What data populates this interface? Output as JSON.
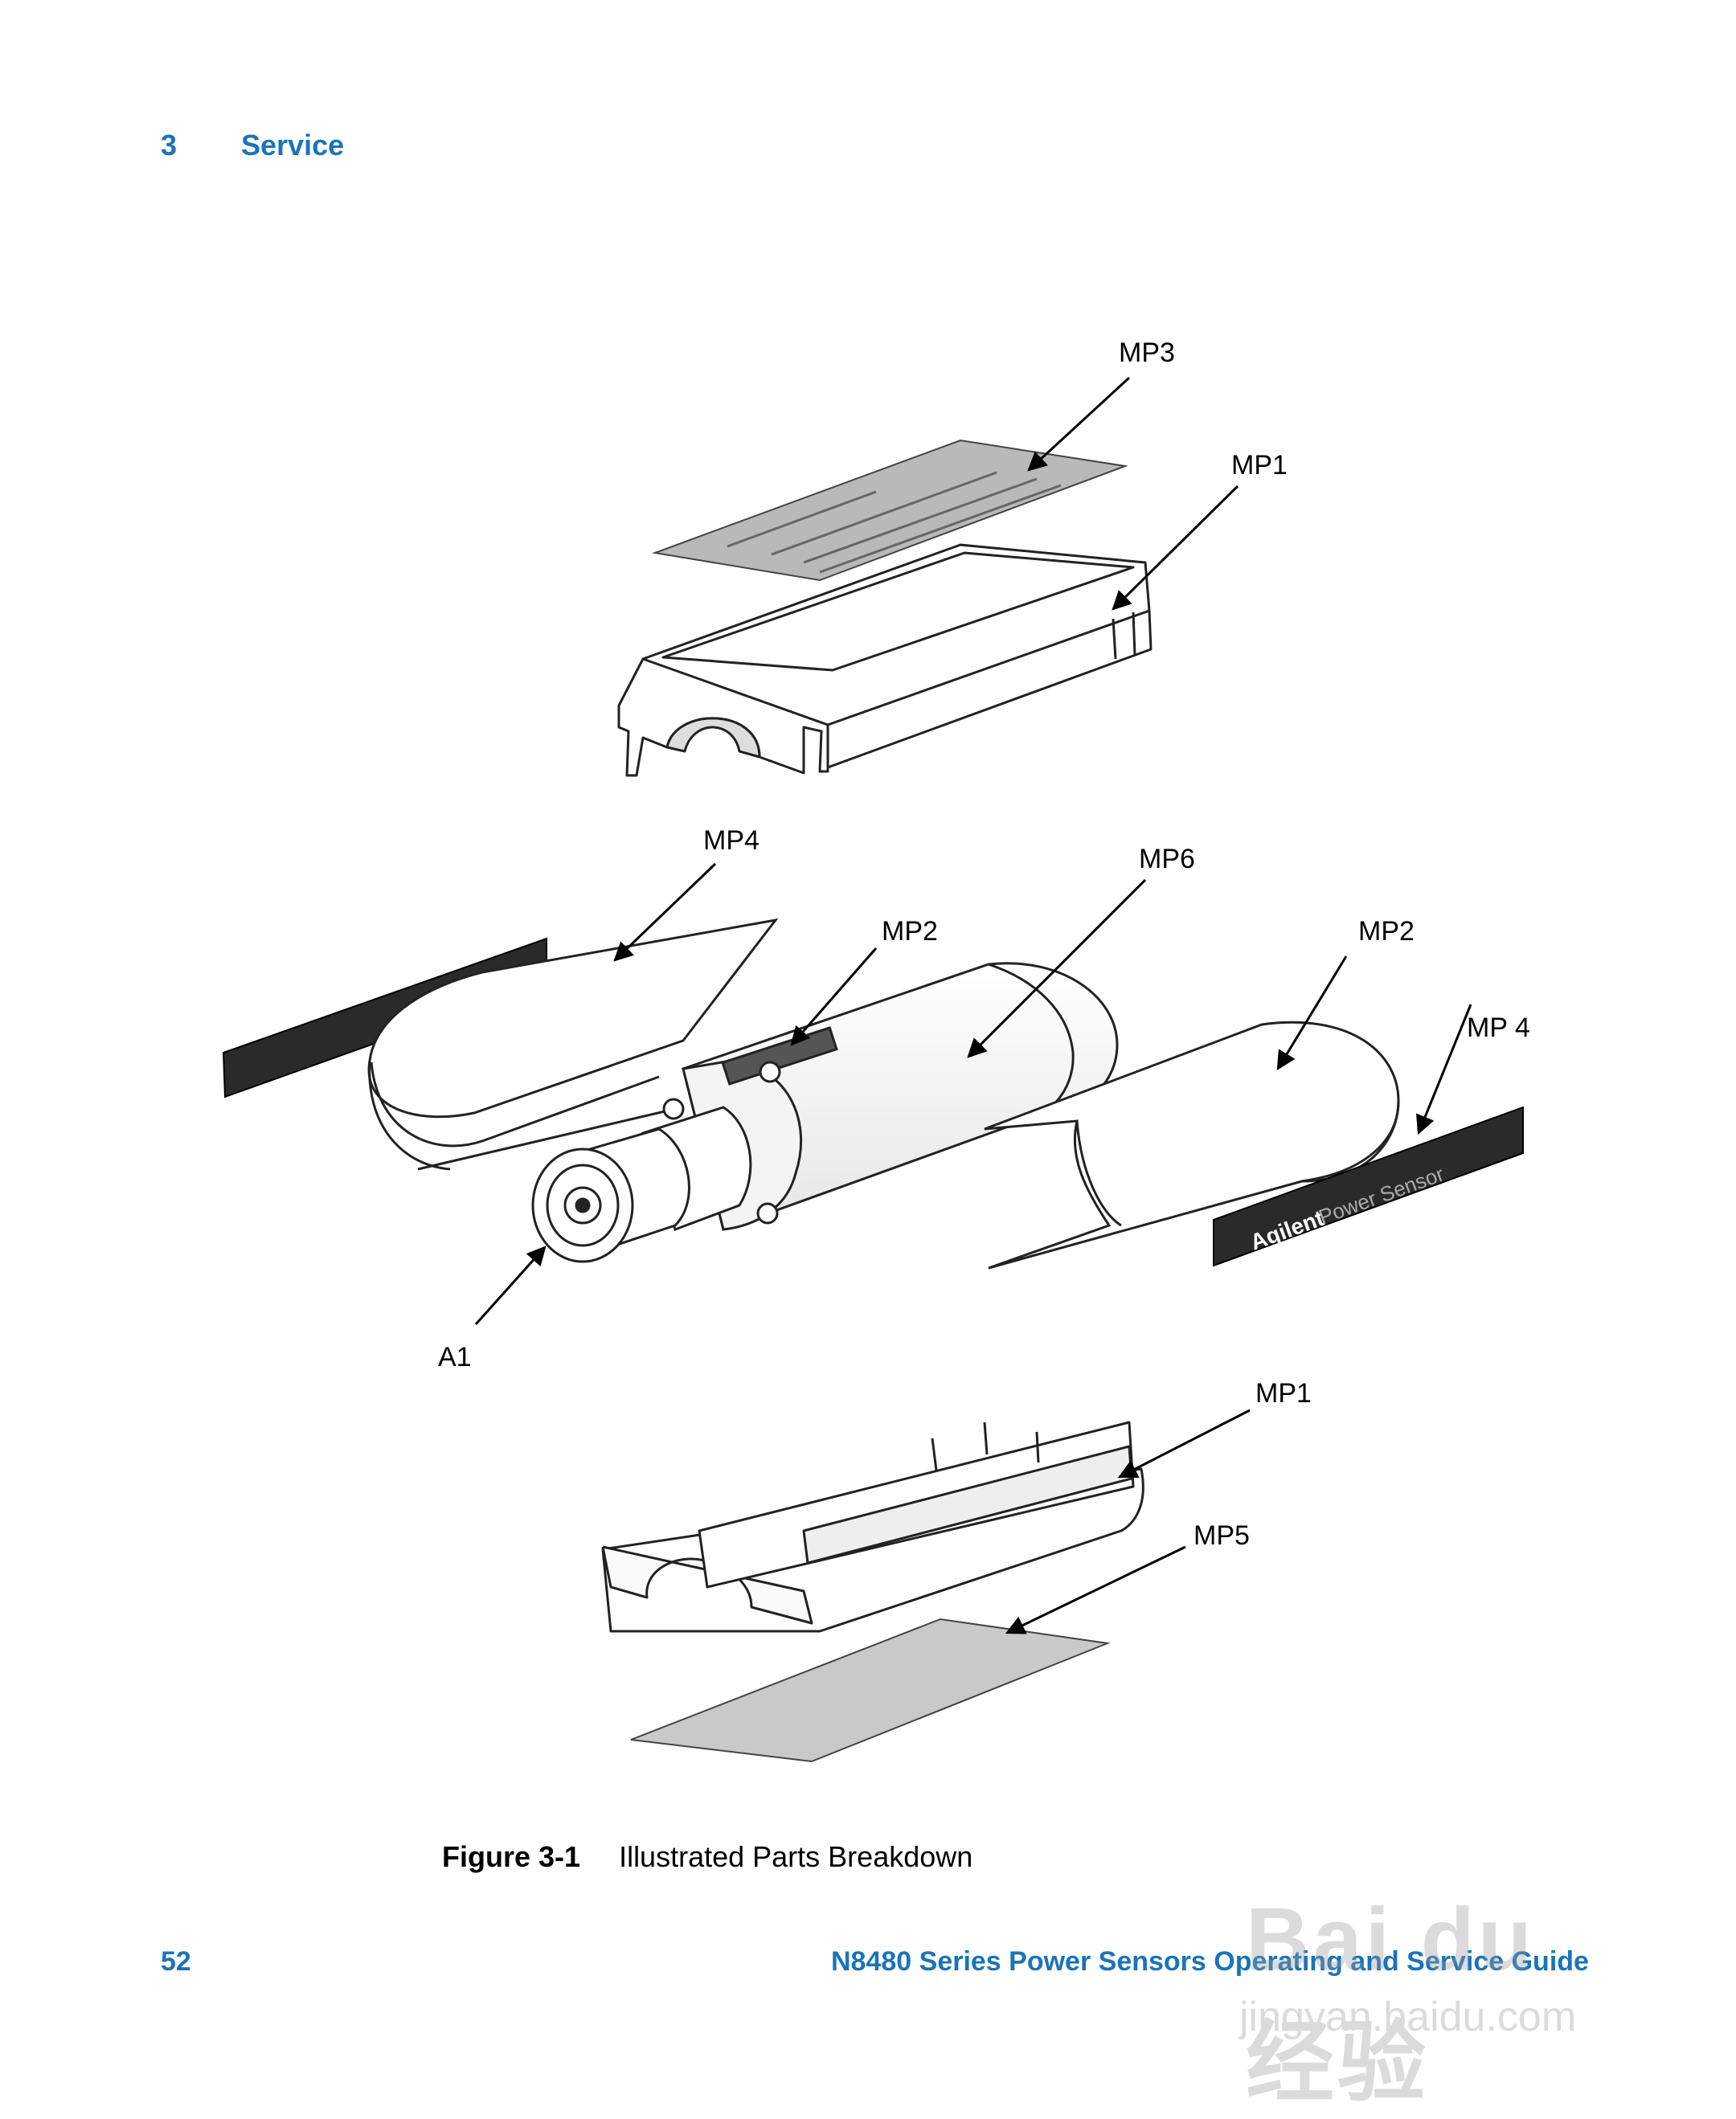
{
  "header": {
    "chapter_number": "3",
    "chapter_title": "Service"
  },
  "callouts": {
    "mp3": "MP3",
    "mp1_top": "MP1",
    "mp4_left": "MP4",
    "mp6": "MP6",
    "mp2_left": "MP2",
    "mp2_right": "MP2",
    "mp4_right": "MP 4",
    "a1": "A1",
    "mp1_bottom": "MP1",
    "mp5": "MP5"
  },
  "label_text": {
    "brand": "Agilent",
    "product": "Power Sensor"
  },
  "caption": {
    "label": "Figure 3-1",
    "text": "Illustrated Parts Breakdown"
  },
  "footer": {
    "page_number": "52",
    "title": "N8480 Series Power Sensors Operating and Service Guide"
  },
  "watermark": {
    "main": "Bai du 经验",
    "sub": "jingyan.baidu.com"
  },
  "colors": {
    "accent": "#1a74b9"
  }
}
